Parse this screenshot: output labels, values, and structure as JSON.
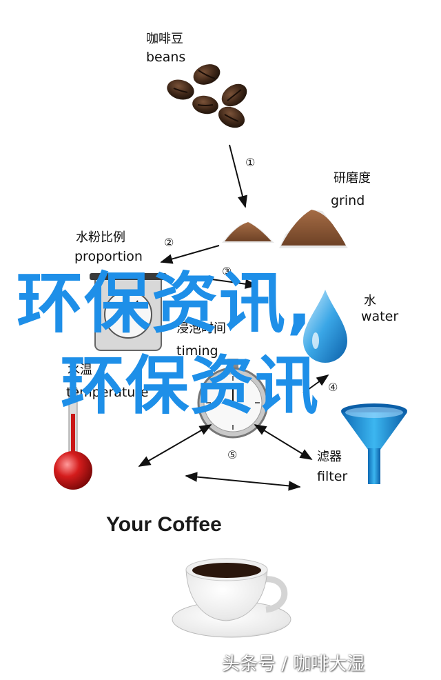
{
  "nodes": {
    "beans": {
      "zh": "咖啡豆",
      "en": "beans"
    },
    "grind": {
      "zh": "研磨度",
      "en": "grind"
    },
    "proportion": {
      "zh": "水粉比例",
      "en": "proportion"
    },
    "water": {
      "zh": "水",
      "en": "water"
    },
    "timing": {
      "zh": "浸泡时间",
      "en": "timing"
    },
    "temperature": {
      "zh": "水温",
      "en": "temperature"
    },
    "filter": {
      "zh": "滤器",
      "en": "filter"
    }
  },
  "steps": [
    "①",
    "②",
    "③",
    "④",
    "⑤"
  ],
  "overlay_text": {
    "line1": "环保资讯,",
    "line2": "环保资讯"
  },
  "overlay_color": "#1e8fe8",
  "title": "Your Coffee",
  "watermark": "头条号 / 咖啡大湿"
}
